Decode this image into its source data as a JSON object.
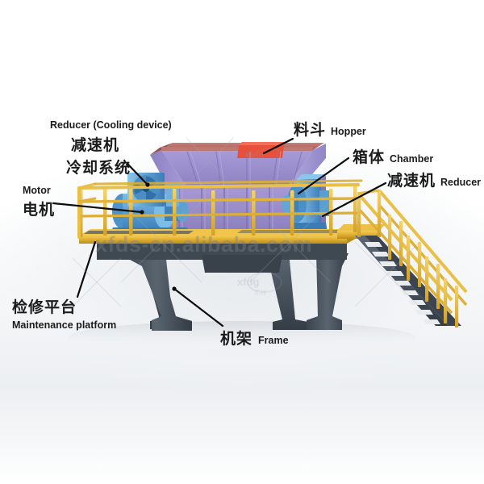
{
  "image": {
    "title": "Double-shaft shredder machine labeled diagram",
    "background_color": "#ffffff"
  },
  "watermarks": {
    "url": "xfds-cn.alibaba.com",
    "logo_text": "xfdg",
    "logo_sub": "机械"
  },
  "colors": {
    "hopper": "#9b8fd0",
    "hopper_rim": "#b06a66",
    "hopper_patch": "#e8503a",
    "chamber": "#9a8ec9",
    "motor_blue": "#5fa5d6",
    "reducer_blue": "#3f7fc0",
    "platform_yellow": "#e8b63a",
    "frame_gray": "#454f5a",
    "stair_gray": "#4a5560",
    "leader_black": "#0b0b0b",
    "text_black": "#1b1b1b"
  },
  "labels": [
    {
      "id": "reducer-cooling",
      "en_top": "Reducer (Cooling device)",
      "cn_line1": "减速机",
      "cn_line2": "冷却系统"
    },
    {
      "id": "motor",
      "en_top": "Motor",
      "cn_line1": "电机"
    },
    {
      "id": "maintenance-platform",
      "cn_line1": "检修平台",
      "en_bottom": "Maintenance platform"
    },
    {
      "id": "hopper",
      "cn_line1": "料斗",
      "en_inline": "Hopper"
    },
    {
      "id": "chamber",
      "cn_line1": "箱体",
      "en_inline": "Chamber"
    },
    {
      "id": "reducer",
      "cn_line1": "减速机",
      "en_inline": "Reducer"
    },
    {
      "id": "frame",
      "cn_line1": "机架",
      "en_inline": "Frame"
    }
  ]
}
